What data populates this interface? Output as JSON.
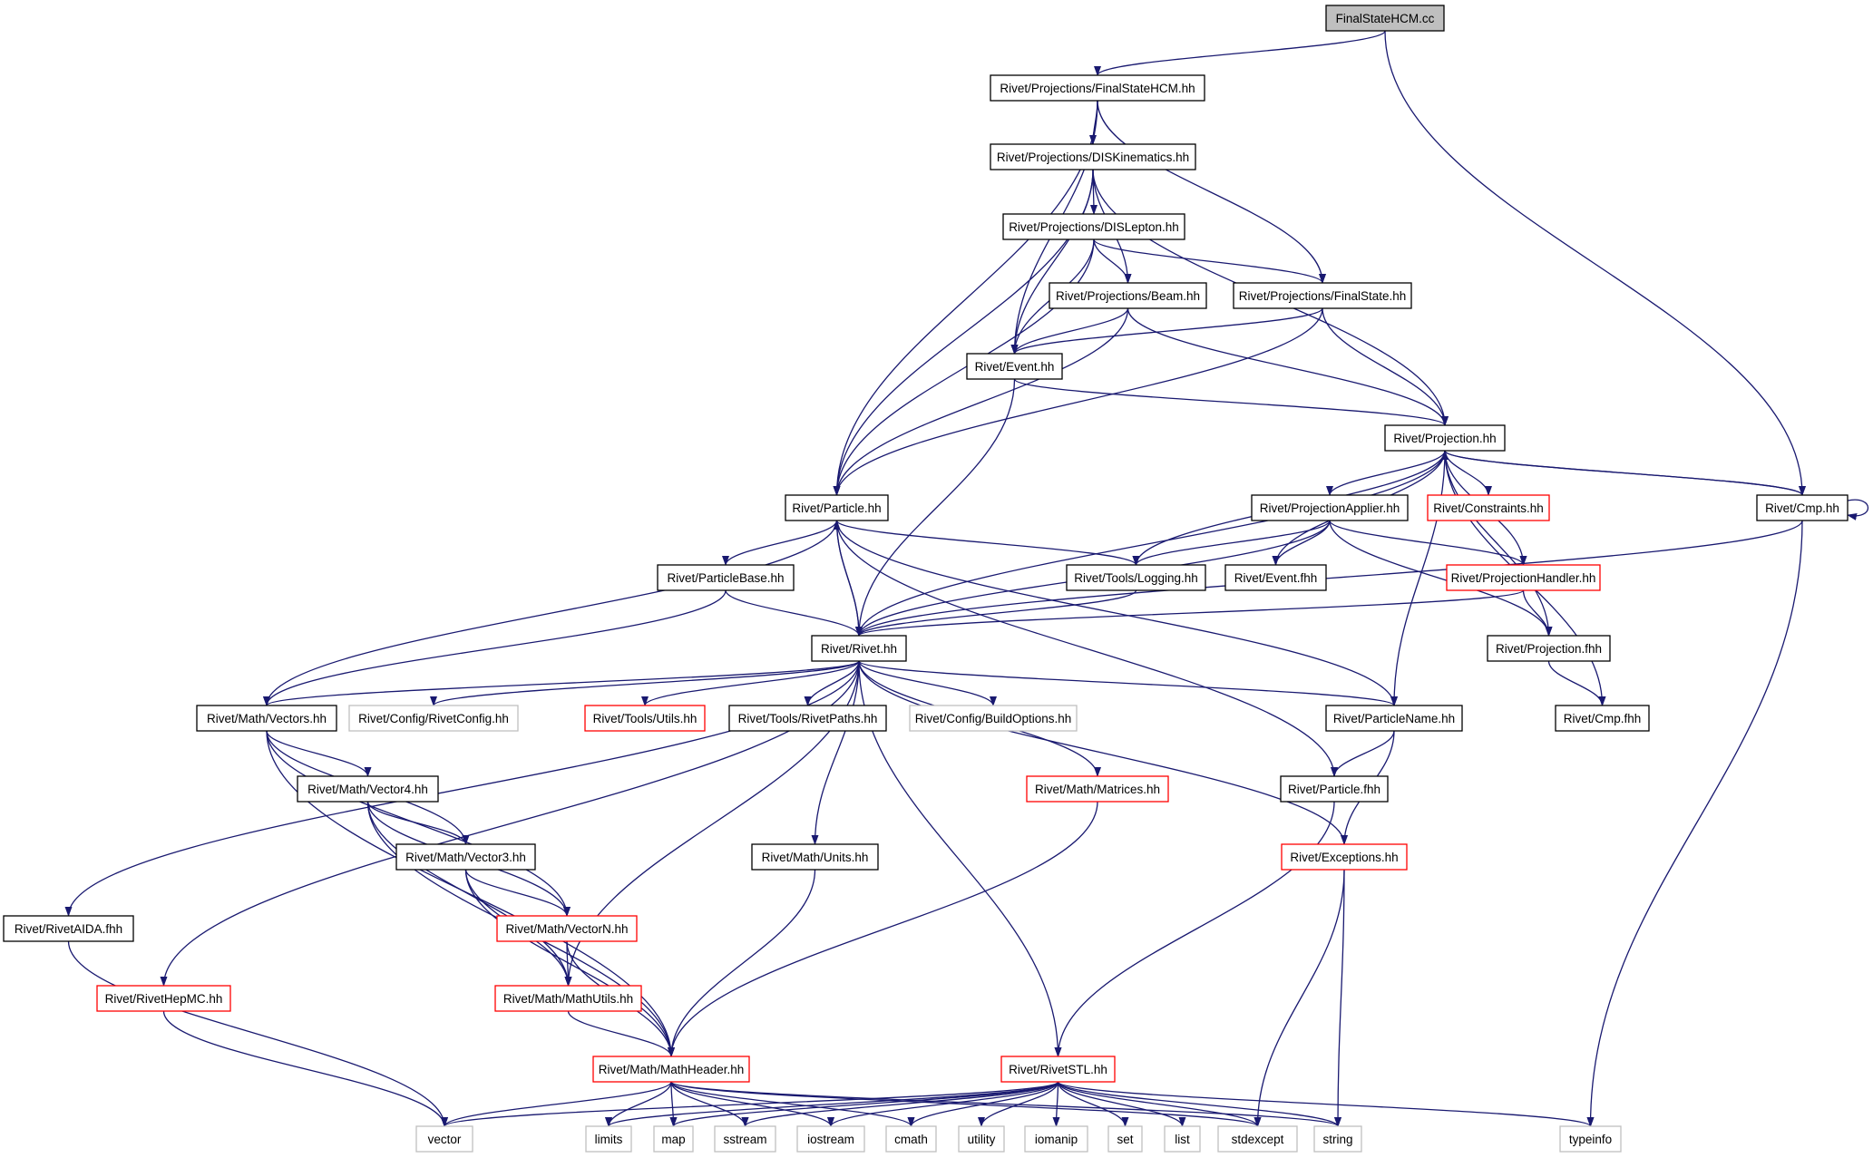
{
  "diagram": {
    "title": "",
    "colors": {
      "edge": "#191970",
      "normal_border": "#000000",
      "truncated_border": "#ff0000",
      "external_border": "#bfbfbf",
      "root_fill": "#bfbfbf",
      "node_fill": "#ffffff"
    },
    "nodes": {
      "n0": {
        "label": "FinalStateHCM.cc",
        "kind": "root"
      },
      "n1": {
        "label": "Rivet/Projections/FinalStateHCM.hh",
        "kind": "normal"
      },
      "n2": {
        "label": "Rivet/Projections/DISKinematics.hh",
        "kind": "normal"
      },
      "n3": {
        "label": "Rivet/Projections/DISLepton.hh",
        "kind": "normal"
      },
      "n4": {
        "label": "Rivet/Projections/Beam.hh",
        "kind": "normal"
      },
      "n5": {
        "label": "Rivet/Projections/FinalState.hh",
        "kind": "normal"
      },
      "n6": {
        "label": "Rivet/Event.hh",
        "kind": "normal"
      },
      "n7": {
        "label": "Rivet/Projection.hh",
        "kind": "normal"
      },
      "n8": {
        "label": "Rivet/Cmp.hh",
        "kind": "normal"
      },
      "n9": {
        "label": "Rivet/Particle.hh",
        "kind": "normal"
      },
      "n10": {
        "label": "Rivet/ProjectionApplier.hh",
        "kind": "normal"
      },
      "n11": {
        "label": "Rivet/Constraints.hh",
        "kind": "truncated"
      },
      "n12": {
        "label": "Rivet/ParticleBase.hh",
        "kind": "normal"
      },
      "n13": {
        "label": "Rivet/Tools/Logging.hh",
        "kind": "normal"
      },
      "n14": {
        "label": "Rivet/Event.fhh",
        "kind": "normal"
      },
      "n15": {
        "label": "Rivet/ProjectionHandler.hh",
        "kind": "truncated"
      },
      "n16": {
        "label": "Rivet/Rivet.hh",
        "kind": "normal"
      },
      "n17": {
        "label": "Rivet/Projection.fhh",
        "kind": "normal"
      },
      "n18": {
        "label": "Rivet/Math/Vectors.hh",
        "kind": "normal"
      },
      "n19": {
        "label": "Rivet/Config/RivetConfig.hh",
        "kind": "external"
      },
      "n20": {
        "label": "Rivet/Tools/Utils.hh",
        "kind": "truncated"
      },
      "n21": {
        "label": "Rivet/Tools/RivetPaths.hh",
        "kind": "normal"
      },
      "n22": {
        "label": "Rivet/Config/BuildOptions.hh",
        "kind": "external"
      },
      "n23": {
        "label": "Rivet/ParticleName.hh",
        "kind": "normal"
      },
      "n24": {
        "label": "Rivet/Cmp.fhh",
        "kind": "normal"
      },
      "n25": {
        "label": "Rivet/Math/Vector4.hh",
        "kind": "normal"
      },
      "n26": {
        "label": "Rivet/Math/Matrices.hh",
        "kind": "truncated"
      },
      "n27": {
        "label": "Rivet/Particle.fhh",
        "kind": "normal"
      },
      "n28": {
        "label": "Rivet/Math/Vector3.hh",
        "kind": "normal"
      },
      "n29": {
        "label": "Rivet/Math/Units.hh",
        "kind": "normal"
      },
      "n30": {
        "label": "Rivet/Exceptions.hh",
        "kind": "truncated"
      },
      "n31": {
        "label": "Rivet/RivetAIDA.fhh",
        "kind": "normal"
      },
      "n32": {
        "label": "Rivet/Math/VectorN.hh",
        "kind": "truncated"
      },
      "n33": {
        "label": "Rivet/RivetHepMC.hh",
        "kind": "truncated"
      },
      "n34": {
        "label": "Rivet/Math/MathUtils.hh",
        "kind": "truncated"
      },
      "n35": {
        "label": "Rivet/Math/MathHeader.hh",
        "kind": "truncated"
      },
      "n36": {
        "label": "Rivet/RivetSTL.hh",
        "kind": "truncated"
      },
      "n37": {
        "label": "vector",
        "kind": "external"
      },
      "n38": {
        "label": "limits",
        "kind": "external"
      },
      "n39": {
        "label": "map",
        "kind": "external"
      },
      "n40": {
        "label": "sstream",
        "kind": "external"
      },
      "n41": {
        "label": "iostream",
        "kind": "external"
      },
      "n42": {
        "label": "cmath",
        "kind": "external"
      },
      "n43": {
        "label": "utility",
        "kind": "external"
      },
      "n44": {
        "label": "iomanip",
        "kind": "external"
      },
      "n45": {
        "label": "set",
        "kind": "external"
      },
      "n46": {
        "label": "list",
        "kind": "external"
      },
      "n47": {
        "label": "stdexcept",
        "kind": "external"
      },
      "n48": {
        "label": "string",
        "kind": "external"
      },
      "n49": {
        "label": "typeinfo",
        "kind": "external"
      }
    },
    "edges": [
      [
        "n0",
        "n1"
      ],
      [
        "n0",
        "n8"
      ],
      [
        "n1",
        "n2"
      ],
      [
        "n1",
        "n5"
      ],
      [
        "n1",
        "n6"
      ],
      [
        "n1",
        "n9"
      ],
      [
        "n2",
        "n3"
      ],
      [
        "n2",
        "n4"
      ],
      [
        "n2",
        "n6"
      ],
      [
        "n2",
        "n7"
      ],
      [
        "n2",
        "n9"
      ],
      [
        "n3",
        "n4"
      ],
      [
        "n3",
        "n5"
      ],
      [
        "n3",
        "n6"
      ],
      [
        "n3",
        "n9"
      ],
      [
        "n4",
        "n6"
      ],
      [
        "n4",
        "n7"
      ],
      [
        "n4",
        "n9"
      ],
      [
        "n5",
        "n6"
      ],
      [
        "n5",
        "n7"
      ],
      [
        "n5",
        "n9"
      ],
      [
        "n6",
        "n7"
      ],
      [
        "n6",
        "n16"
      ],
      [
        "n7",
        "n8"
      ],
      [
        "n7",
        "n10"
      ],
      [
        "n7",
        "n11"
      ],
      [
        "n7",
        "n13"
      ],
      [
        "n7",
        "n14"
      ],
      [
        "n7",
        "n15"
      ],
      [
        "n7",
        "n16"
      ],
      [
        "n7",
        "n17"
      ],
      [
        "n7",
        "n23"
      ],
      [
        "n7",
        "n24"
      ],
      [
        "n8",
        "n7"
      ],
      [
        "n8",
        "n8"
      ],
      [
        "n8",
        "n16"
      ],
      [
        "n8",
        "n49"
      ],
      [
        "n9",
        "n12"
      ],
      [
        "n9",
        "n13"
      ],
      [
        "n9",
        "n16"
      ],
      [
        "n9",
        "n18"
      ],
      [
        "n9",
        "n23"
      ],
      [
        "n9",
        "n27"
      ],
      [
        "n10",
        "n13"
      ],
      [
        "n10",
        "n14"
      ],
      [
        "n10",
        "n15"
      ],
      [
        "n10",
        "n16"
      ],
      [
        "n10",
        "n17"
      ],
      [
        "n12",
        "n16"
      ],
      [
        "n12",
        "n18"
      ],
      [
        "n13",
        "n16"
      ],
      [
        "n15",
        "n16"
      ],
      [
        "n15",
        "n17"
      ],
      [
        "n16",
        "n9"
      ],
      [
        "n16",
        "n18"
      ],
      [
        "n16",
        "n19"
      ],
      [
        "n16",
        "n20"
      ],
      [
        "n16",
        "n21"
      ],
      [
        "n16",
        "n22"
      ],
      [
        "n16",
        "n23"
      ],
      [
        "n16",
        "n26"
      ],
      [
        "n16",
        "n29"
      ],
      [
        "n16",
        "n30"
      ],
      [
        "n16",
        "n31"
      ],
      [
        "n16",
        "n33"
      ],
      [
        "n16",
        "n34"
      ],
      [
        "n16",
        "n36"
      ],
      [
        "n17",
        "n24"
      ],
      [
        "n18",
        "n25"
      ],
      [
        "n18",
        "n28"
      ],
      [
        "n18",
        "n32"
      ],
      [
        "n18",
        "n35"
      ],
      [
        "n23",
        "n27"
      ],
      [
        "n23",
        "n30"
      ],
      [
        "n25",
        "n28"
      ],
      [
        "n25",
        "n32"
      ],
      [
        "n25",
        "n34"
      ],
      [
        "n25",
        "n35"
      ],
      [
        "n26",
        "n35"
      ],
      [
        "n27",
        "n36"
      ],
      [
        "n28",
        "n32"
      ],
      [
        "n28",
        "n34"
      ],
      [
        "n28",
        "n35"
      ],
      [
        "n29",
        "n35"
      ],
      [
        "n30",
        "n47"
      ],
      [
        "n30",
        "n48"
      ],
      [
        "n31",
        "n37"
      ],
      [
        "n32",
        "n34"
      ],
      [
        "n32",
        "n35"
      ],
      [
        "n33",
        "n37"
      ],
      [
        "n34",
        "n35"
      ],
      [
        "n35",
        "n37"
      ],
      [
        "n35",
        "n38"
      ],
      [
        "n35",
        "n39"
      ],
      [
        "n35",
        "n40"
      ],
      [
        "n35",
        "n41"
      ],
      [
        "n35",
        "n42"
      ],
      [
        "n35",
        "n47"
      ],
      [
        "n35",
        "n48"
      ],
      [
        "n36",
        "n37"
      ],
      [
        "n36",
        "n38"
      ],
      [
        "n36",
        "n39"
      ],
      [
        "n36",
        "n40"
      ],
      [
        "n36",
        "n41"
      ],
      [
        "n36",
        "n42"
      ],
      [
        "n36",
        "n43"
      ],
      [
        "n36",
        "n44"
      ],
      [
        "n36",
        "n45"
      ],
      [
        "n36",
        "n46"
      ],
      [
        "n36",
        "n47"
      ],
      [
        "n36",
        "n48"
      ],
      [
        "n36",
        "n49"
      ]
    ]
  }
}
